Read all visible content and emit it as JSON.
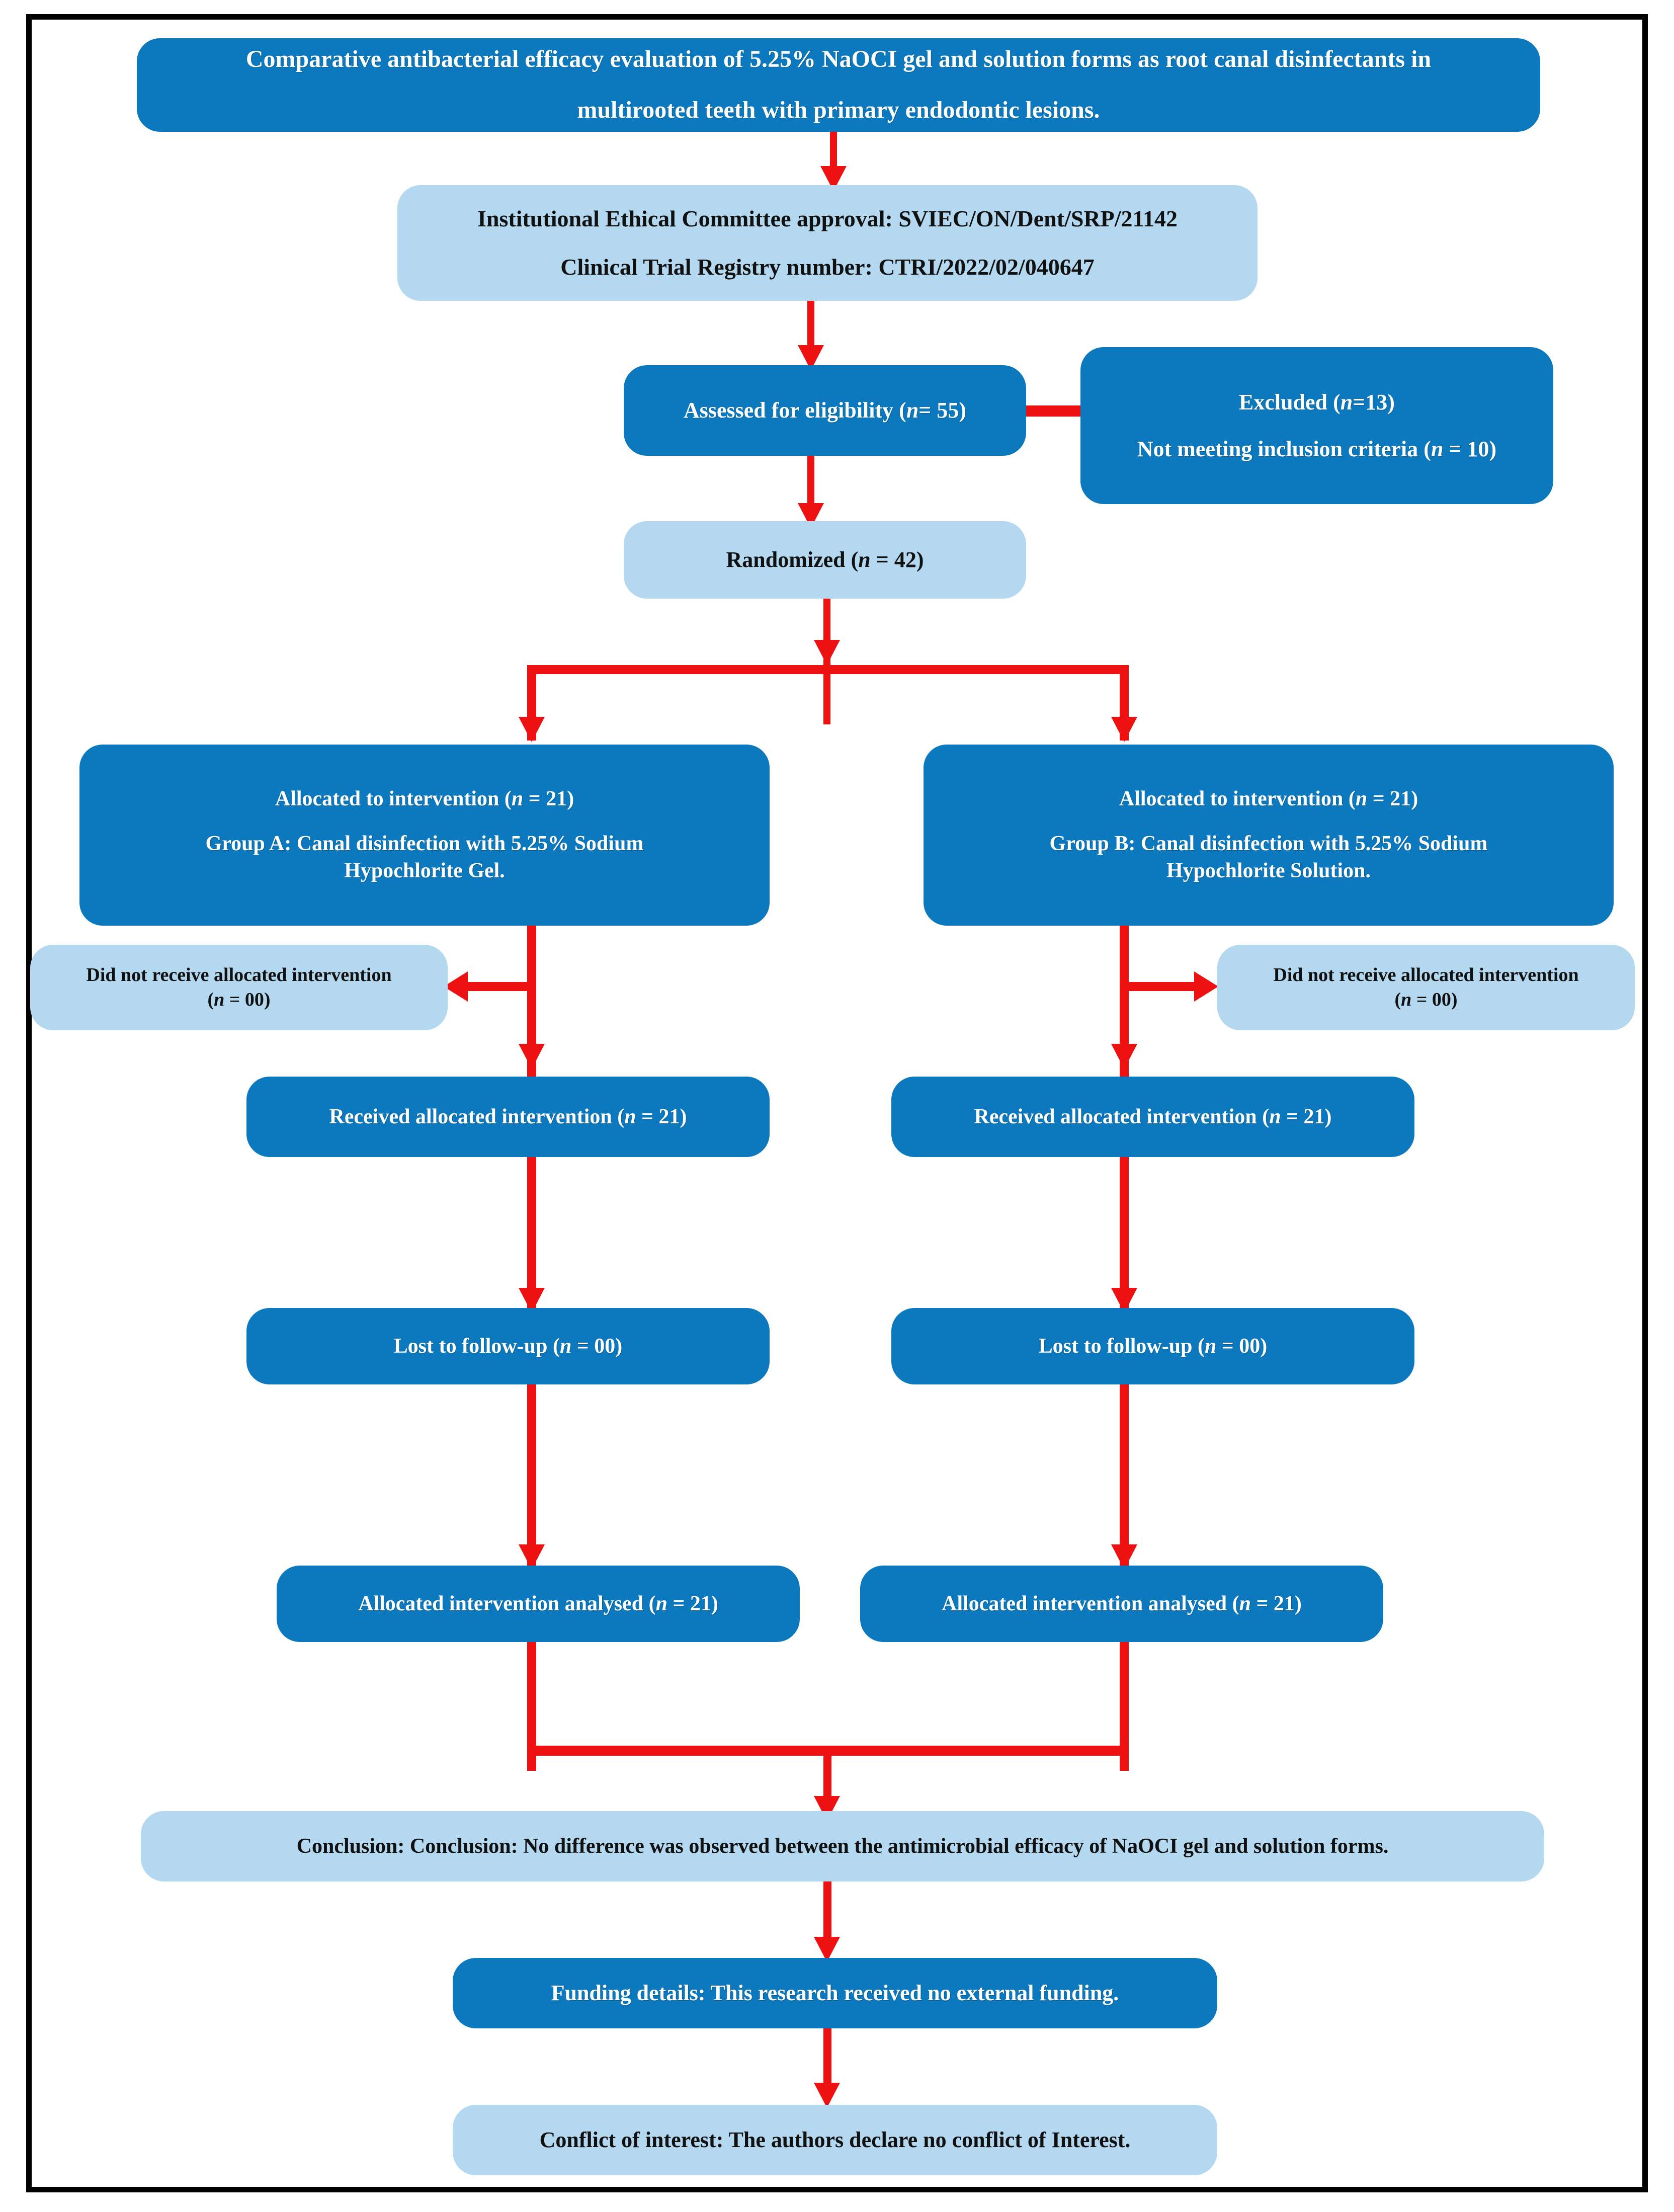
{
  "diagram": {
    "kind": "consort-flow-diagram",
    "colors": {
      "dark_box": "#0C78BE",
      "light_box": "#B3D8EF",
      "arrow": "#EE1111",
      "frame": "#000000",
      "background": "#FFFFFF"
    },
    "title_box": {
      "style": "dark",
      "line1": "Comparative antibacterial efficacy evaluation of 5.25% NaOCI gel and solution forms as root canal disinfectants in",
      "line2": "multirooted teeth with primary endodontic lesions."
    },
    "approval_box": {
      "style": "light",
      "line1": "Institutional Ethical Committee approval: SVIEC/ON/Dent/SRP/21142",
      "line2": "Clinical Trial Registry number: CTRI/2022/02/040647"
    },
    "eligibility_box": {
      "style": "dark",
      "text_before": "Assessed for eligibility (",
      "italic_n": "n",
      "text_after": "= 55)"
    },
    "excluded_box": {
      "style": "dark",
      "line1_before": "Excluded (",
      "line1_n": "n",
      "line1_after": "=13)",
      "line2_before": "Not meeting inclusion criteria (",
      "line2_n": "n",
      "line2_after": " = 10)"
    },
    "randomized_box": {
      "style": "light",
      "text_before": "Randomized (",
      "italic_n": "n",
      "text_after": " = 42)"
    },
    "allocated_left_box": {
      "style": "dark",
      "line1_before": "Allocated to intervention (",
      "line1_n": "n",
      "line1_after": " = 21)",
      "line2": "Group A: Canal disinfection with 5.25% Sodium",
      "line3": "Hypochlorite Gel."
    },
    "allocated_right_box": {
      "style": "dark",
      "line1_before": "Allocated to intervention (",
      "line1_n": "n",
      "line1_after": " = 21)",
      "line2": "Group B: Canal disinfection with 5.25% Sodium",
      "line3": "Hypochlorite Solution."
    },
    "not_received_left_box": {
      "style": "light",
      "line1": "Did not receive allocated intervention",
      "line2_before": "(",
      "line2_n": "n",
      "line2_after": " = 00)"
    },
    "not_received_right_box": {
      "style": "light",
      "line1": "Did not receive allocated intervention",
      "line2_before": "(",
      "line2_n": "n",
      "line2_after": " = 00)"
    },
    "received_left_box": {
      "style": "dark",
      "text_before": "Received allocated intervention (",
      "italic_n": "n",
      "text_after": " = 21)"
    },
    "received_right_box": {
      "style": "dark",
      "text_before": "Received allocated intervention (",
      "italic_n": "n",
      "text_after": " = 21)"
    },
    "lost_left_box": {
      "style": "dark",
      "text_before": "Lost to follow-up (",
      "italic_n": "n",
      "text_after": " = 00)"
    },
    "lost_right_box": {
      "style": "dark",
      "text_before": "Lost to follow-up (",
      "italic_n": "n",
      "text_after": " = 00)"
    },
    "analysed_left_box": {
      "style": "dark",
      "text_before": "Allocated intervention analysed (",
      "italic_n": "n",
      "text_after": " = 21)"
    },
    "analysed_right_box": {
      "style": "dark",
      "text_before": "Allocated intervention analysed (",
      "italic_n": "n",
      "text_after": " = 21)"
    },
    "conclusion_box": {
      "style": "light",
      "text": "Conclusion: Conclusion: No difference was observed between the antimicrobial efficacy of NaOCI gel and solution forms."
    },
    "funding_box": {
      "style": "dark",
      "text": "Funding details: This research received no external funding."
    },
    "conflict_box": {
      "style": "light",
      "text": "Conflict of interest: The authors declare no conflict of Interest."
    }
  }
}
